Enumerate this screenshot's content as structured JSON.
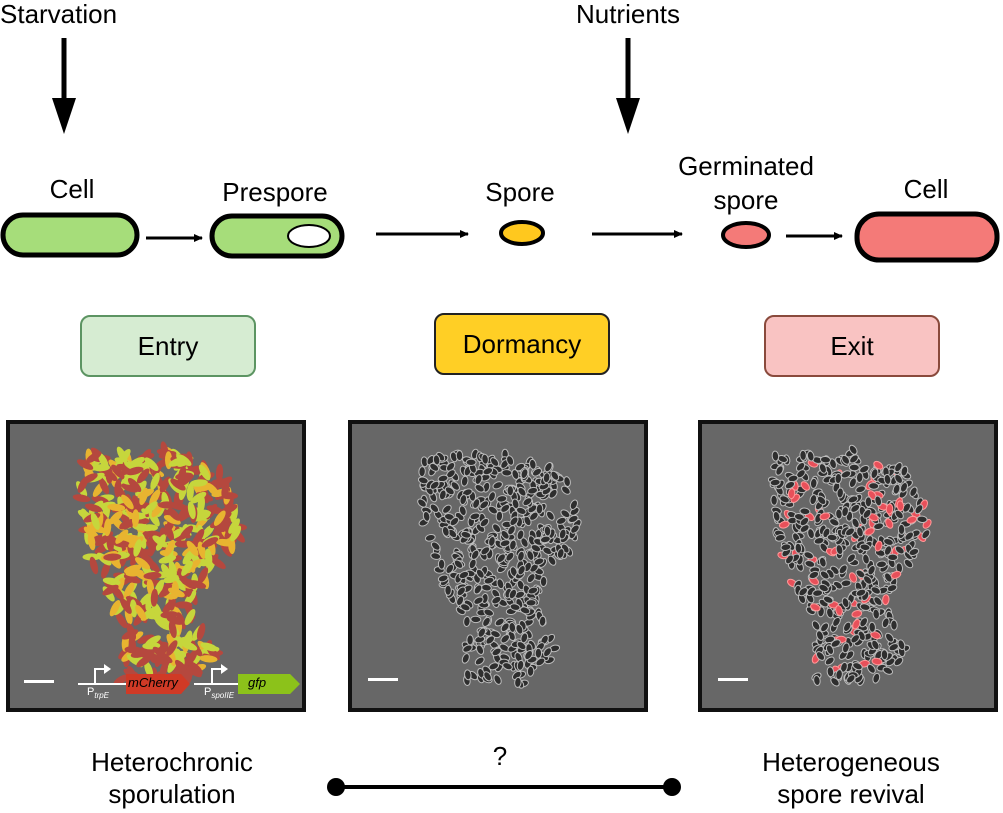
{
  "inputs": {
    "starvation": "Starvation",
    "nutrients": "Nutrients"
  },
  "stages": {
    "cell_start": "Cell",
    "prespore": "Prespore",
    "spore": "Spore",
    "germinated": "Germinated\nspore",
    "cell_end": "Cell"
  },
  "phases": {
    "entry": "Entry",
    "dormancy": "Dormancy",
    "exit": "Exit"
  },
  "construct": {
    "promoter1": "P",
    "promoter1_sub": "trpE",
    "gene1": "mCherry",
    "promoter2": "P",
    "promoter2_sub": "spoIIE",
    "gene2": "gfp"
  },
  "bottom": {
    "left": "Heterochronic\nsporulation",
    "middle": "?",
    "right": "Heterogeneous\nspore revival"
  },
  "colors": {
    "cell_green": "#a6dd7a",
    "spore_yellow": "#ffc81e",
    "cell_red": "#f47a78",
    "entry_fill": "#d6ecd2",
    "entry_border": "#5c9462",
    "dormancy_fill": "#ffcf25",
    "dormancy_border": "#222222",
    "exit_fill": "#f9c3c2",
    "exit_border": "#8a4a3c"
  }
}
